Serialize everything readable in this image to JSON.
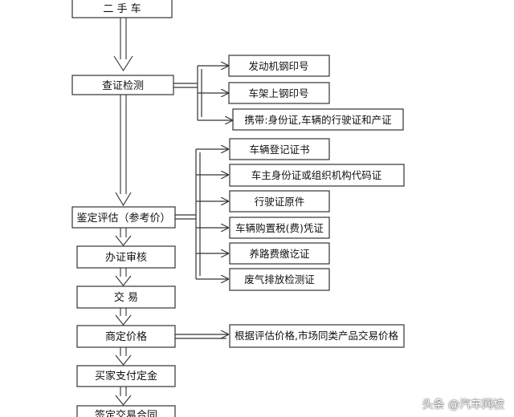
{
  "diagram": {
    "main_steps": [
      {
        "id": "used-car",
        "label": "二 手 车"
      },
      {
        "id": "inspection",
        "label": "查证检测"
      },
      {
        "id": "appraisal",
        "label": "鉴定评估（参考价）"
      },
      {
        "id": "certificate-review",
        "label": "办证审核"
      },
      {
        "id": "transaction",
        "label": "交   易"
      },
      {
        "id": "price-negotiation",
        "label": "商定价格"
      },
      {
        "id": "deposit",
        "label": "买家支付定金"
      },
      {
        "id": "contract",
        "label": "签定交易合同"
      }
    ],
    "inspection_items": [
      "发动机钢印号",
      "车架上钢印号",
      "携带:身份证,车辆的行驶证和产证"
    ],
    "appraisal_items": [
      "车辆登记证书",
      "车主身份证或组织机构代码证",
      "行驶证原件",
      "车辆购置税(费)凭证",
      "养路费缴讫证",
      "废气排放检测证"
    ],
    "price_items": [
      "根据评估价格,市场同类产品交易价格"
    ]
  },
  "watermark": "头条 @汽车网校"
}
